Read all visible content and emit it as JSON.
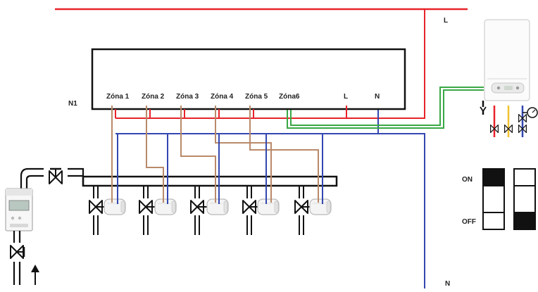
{
  "controller": {
    "label": "N1",
    "terminals": [
      "Zóna 1",
      "Zóna 2",
      "Zóna 3",
      "Zóna 4",
      "Zóna 5",
      "Zóna6",
      "L",
      "N"
    ]
  },
  "supply": {
    "line_label": "L",
    "neutral_label": "N"
  },
  "switch_legend": {
    "on_label": "ON",
    "off_label": "OFF"
  },
  "colors": {
    "phase": "#e8222a",
    "neutral": "#3347b0",
    "zone_wire": "#b98a6a",
    "signal": "#3aa845",
    "pipe": "#111111",
    "yellow_pipe": "#f2c12e"
  },
  "icons": [
    "valve-icon",
    "thermal-actuator-icon",
    "boiler-icon",
    "heat-meter-icon",
    "ball-valve-icon",
    "flow-arrow-icon",
    "dip-switch-icon"
  ]
}
